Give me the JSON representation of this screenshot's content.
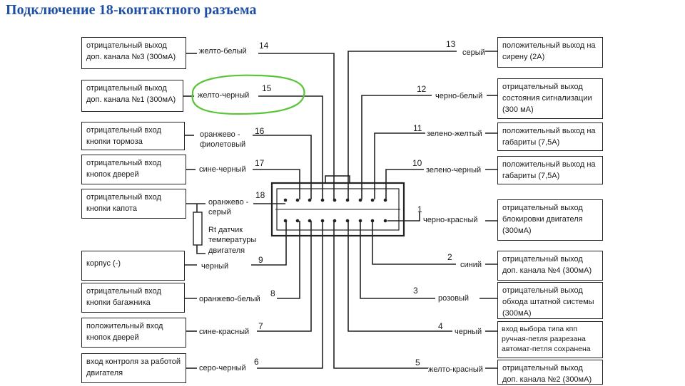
{
  "title": "Подключение 18-контактного разъема",
  "left_boxes": [
    {
      "text": "отрицательный выход доп. канала №3 (300мА)"
    },
    {
      "text": "отрицательный выход доп. канала №1 (300мА)"
    },
    {
      "text": "отрицательный вход кнопки тормоза"
    },
    {
      "text": "отрицательный вход кнопок дверей"
    },
    {
      "text": "отрицательный вход кнопки капота"
    },
    {
      "text": "корпус (-)"
    },
    {
      "text": "отрицательный вход кнопки багажника"
    },
    {
      "text": "положительный вход кнопок дверей"
    },
    {
      "text": "вход контроля за работой двигателя"
    }
  ],
  "right_boxes": [
    {
      "text": "положительный выход на сирену (2А)"
    },
    {
      "text": "отрицательный выход состояния сигнализации (300 мА)"
    },
    {
      "text": "положительный выход на габариты (7,5А)"
    },
    {
      "text": "положительный выход на габариты (7,5А)"
    },
    {
      "text": "отрицательный выход блокировки двигателя (300мА)"
    },
    {
      "text": "отрицательный выход доп. канала №4 (300мА)"
    },
    {
      "text": "отрицательный выход обхода штатной системы (300мА)"
    },
    {
      "text": "вход выбора типа кпп ручная-петля разрезана автомат-петля сохранена"
    },
    {
      "text": "отрицательный выход доп. канала №2 (300мА)"
    }
  ],
  "left_wires": [
    {
      "pin": "14",
      "color": "желто-белый"
    },
    {
      "pin": "15",
      "color": "желто-черный"
    },
    {
      "pin": "16",
      "color": "оранжево - фиолетовый"
    },
    {
      "pin": "17",
      "color": "сине-черный"
    },
    {
      "pin": "18",
      "color": "оранжево - серый"
    },
    {
      "pin": "9",
      "color": "черный"
    },
    {
      "pin": "8",
      "color": "оранжево-белый"
    },
    {
      "pin": "7",
      "color": "сине-красный"
    },
    {
      "pin": "6",
      "color": "серо-черный"
    }
  ],
  "right_wires": [
    {
      "pin": "13",
      "color": "серый"
    },
    {
      "pin": "12",
      "color": "черно-белый"
    },
    {
      "pin": "11",
      "color": "зелено-желтый"
    },
    {
      "pin": "10",
      "color": "зелено-черный"
    },
    {
      "pin": "1",
      "color": "черно-красный"
    },
    {
      "pin": "2",
      "color": "синий"
    },
    {
      "pin": "3",
      "color": "розовый"
    },
    {
      "pin": "4",
      "color": "черный"
    },
    {
      "pin": "5",
      "color": "желто-красный"
    }
  ],
  "sensor_label": "Rt датчик температуры двигателя",
  "colors": {
    "title": "#1f4fa3",
    "highlight": "#5ac43a",
    "line": "#222222"
  }
}
